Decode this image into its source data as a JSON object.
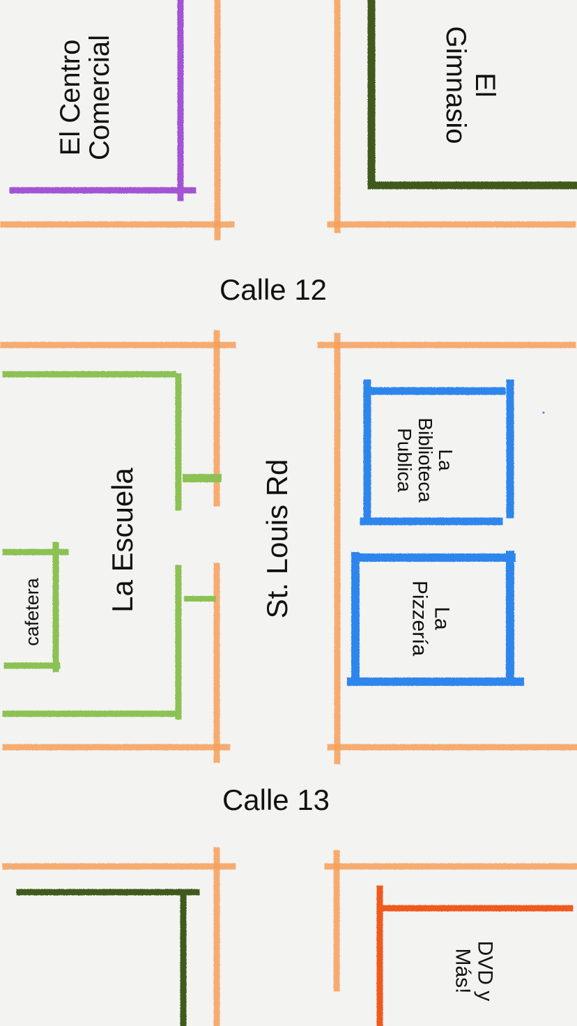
{
  "map": {
    "streets": {
      "calle_12": "Calle 12",
      "calle_13": "Calle 13",
      "st_louis": "St. Louis Rd"
    },
    "places": {
      "centro_comercial": [
        "El Centro",
        "Comercial"
      ],
      "gimnasio": [
        "El",
        "Gimnasio"
      ],
      "escuela": "La Escuela",
      "cafetera": "cafetera",
      "biblioteca": [
        "La",
        "Biblioteca",
        "Publica"
      ],
      "pizzeria": [
        "La",
        "Pizzería"
      ],
      "dvd": [
        "DVD y",
        "Más!"
      ]
    },
    "colors": {
      "street": "#f7a05a",
      "centro_comercial": "#a352d4",
      "gimnasio": "#3f5a1e",
      "escuela": "#8cc152",
      "biblioteca": "#2f86ec",
      "pizzeria": "#2f86ec",
      "dvd": "#f05a1e",
      "unnamed_building": "#3f5a1e",
      "background": "#f3f3f2"
    }
  }
}
